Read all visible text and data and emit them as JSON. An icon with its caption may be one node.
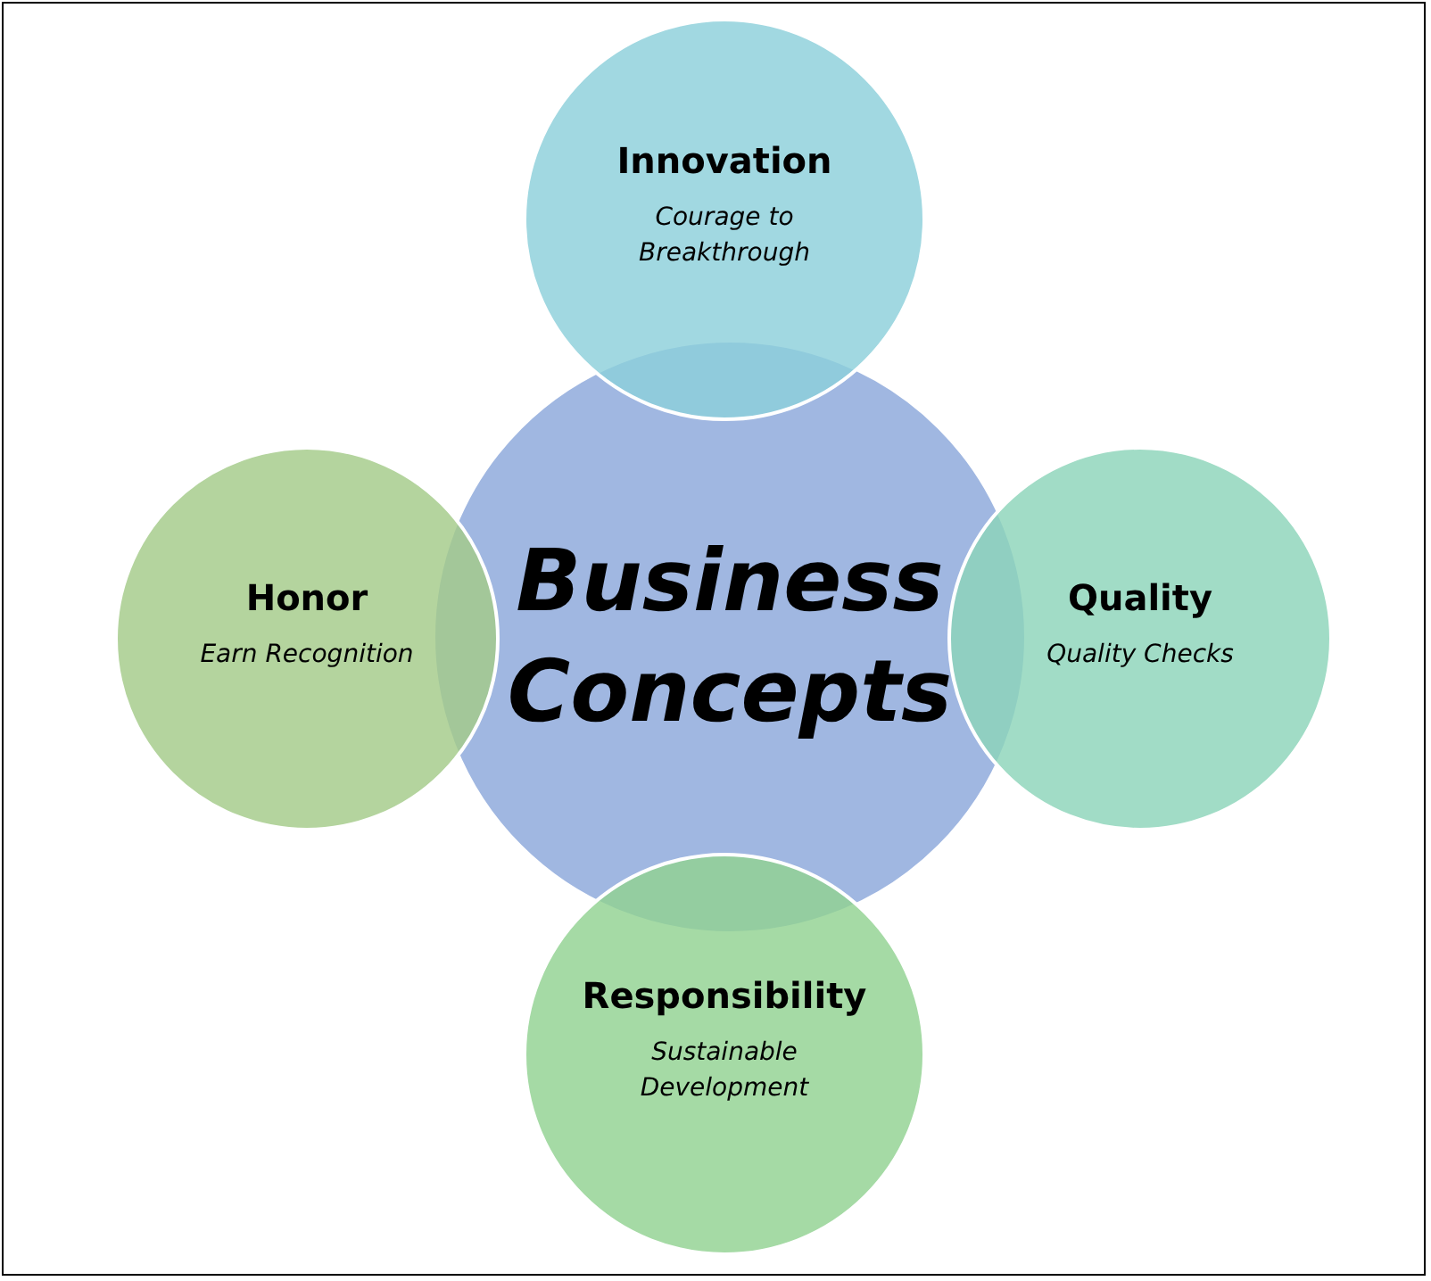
{
  "diagram": {
    "nodes": [
      {
        "text": [
          "Innovation",
          "Courage to Breakthrough"
        ]
      },
      {
        "text": [
          "Honor",
          "Earn Recognition"
        ]
      },
      {
        "text": [
          "Business Concepts"
        ]
      },
      {
        "text": [
          "Quality",
          "Quality Checks"
        ]
      },
      {
        "text": [
          "Responsibility",
          "Sustainable Development"
        ]
      }
    ]
  }
}
